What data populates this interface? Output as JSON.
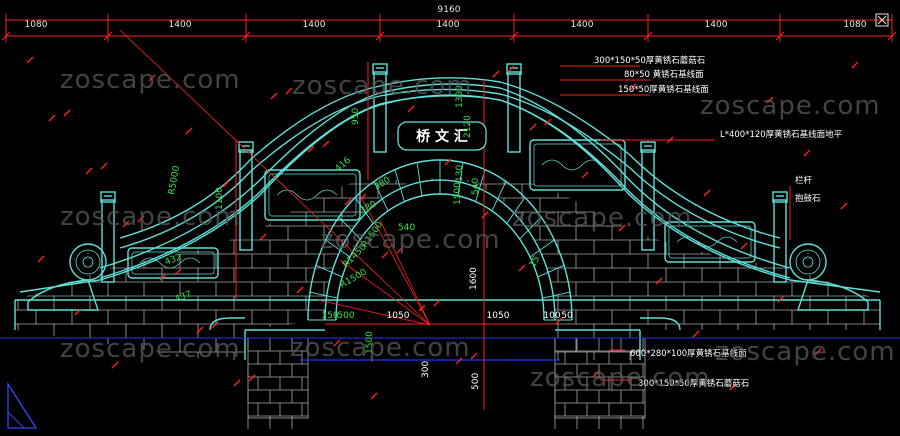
{
  "colors": {
    "background": "#000000",
    "structure": "#5fe0d8",
    "masonry": "#a8a8a8",
    "dimension": "#ff2020",
    "dim_text_top": "#e6e6e6",
    "dim_text_green": "#36e04a",
    "annotation": "#ffffff",
    "water_line": "#2233ff"
  },
  "top_dimensions": {
    "total": "9160",
    "segments": [
      "1080",
      "1400",
      "1400",
      "1400",
      "1400",
      "1400",
      "1080"
    ]
  },
  "plaque_text": "桥 文 汇",
  "annotations": [
    "300*150*50厚黄锈石蘑菇石",
    "80*50 黄锈石基线面",
    "150*50厚黄锈石基线面",
    "L*400*120厚黄锈石基线面地平",
    "栏杆",
    "抱鼓石",
    "600*280*100厚黄锈石基线面",
    "300*150*50厚黄锈石蘑菇石"
  ],
  "green_dimensions": {
    "radii": [
      "R5000",
      "R1500",
      "R1450",
      "R1500"
    ],
    "left_panel": [
      "1100",
      "432",
      "437"
    ],
    "arch_stones": [
      "416",
      "380",
      "380",
      "540"
    ],
    "post_height": "950",
    "keystone": [
      "1300",
      "2120",
      "130",
      "540"
    ],
    "center": [
      "1500",
      "1500",
      "1500"
    ],
    "right_arch": "15"
  },
  "white_dimensions": {
    "span_left": "1050",
    "span_right": "1050",
    "pier_left": "150",
    "pier_left_b": "500",
    "pier_right": "100",
    "pier_right_b": "50",
    "rise": "1600",
    "foundation": "500",
    "left_low": "1500",
    "left_low_b": "300"
  },
  "watermark": "zoscape.com"
}
